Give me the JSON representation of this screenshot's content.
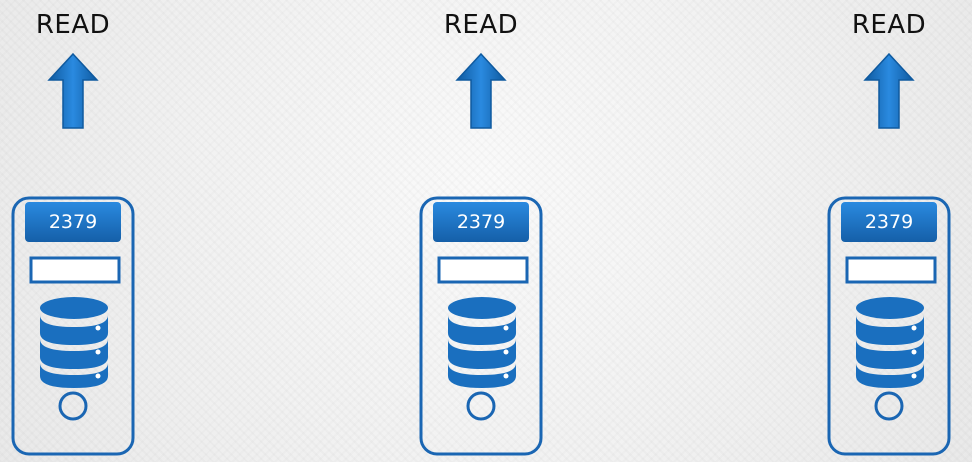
{
  "nodes": [
    {
      "action_label": "READ",
      "port_label": "2379"
    },
    {
      "action_label": "READ",
      "port_label": "2379"
    },
    {
      "action_label": "READ",
      "port_label": "2379"
    }
  ],
  "colors": {
    "primary_blue": "#1a6fbf",
    "dark_blue": "#0f5a9f",
    "light_blue": "#2a8ae0",
    "outline": "#1a66b3",
    "text_dark": "#111111"
  },
  "icons": {
    "arrow": "arrow-up-icon",
    "database": "database-icon",
    "power": "power-button-icon"
  }
}
